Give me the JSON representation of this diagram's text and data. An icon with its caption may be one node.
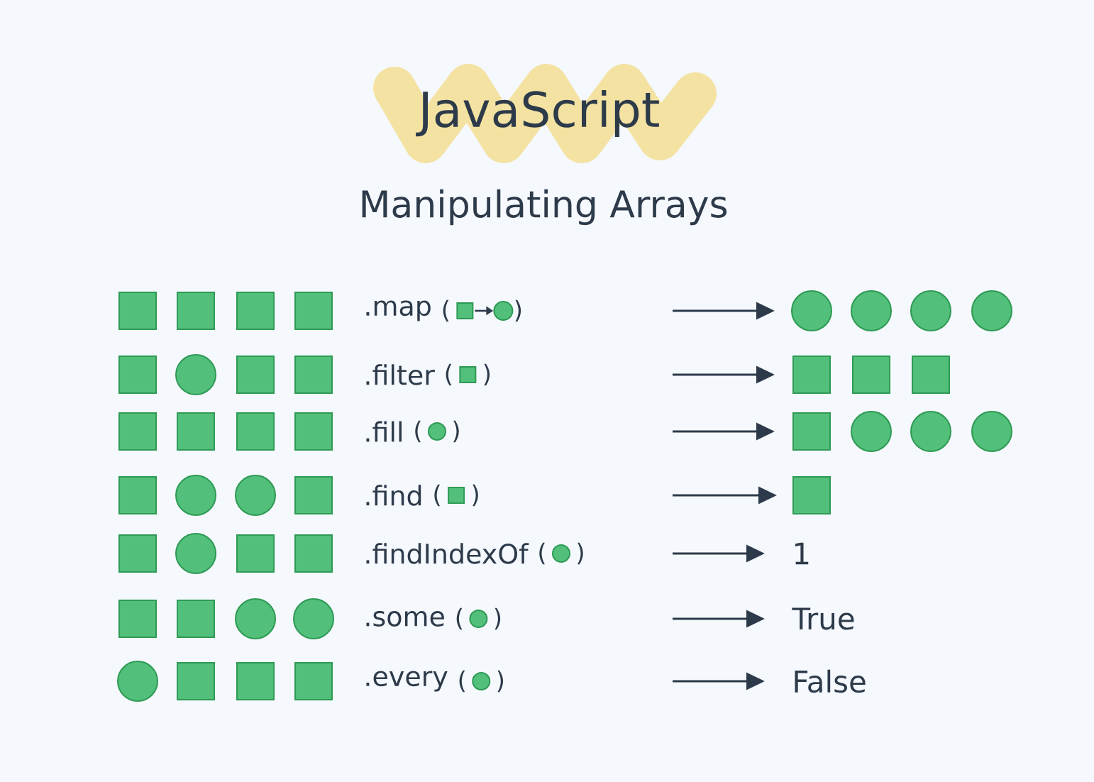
{
  "diagram": {
    "title": "JavaScript",
    "nodes": [
      {
        "text": [],
        "shape": "picture"
      },
      {
        "text": [],
        "shape": "picture"
      },
      {
        "text": [],
        "shape": "picture"
      },
      {
        "text": [],
        "shape": "box"
      },
      {
        "text": [
          "1"
        ]
      },
      {
        "text": [
          "True"
        ]
      },
      {
        "text": [
          "False"
        ]
      }
    ],
    "edges": [
      {
        "from": null,
        "to": 0,
        "arrow": "to"
      },
      {
        "from": null,
        "to": 1,
        "arrow": "to"
      },
      {
        "from": null,
        "to": 2,
        "arrow": "to"
      },
      {
        "from": null,
        "to": 3,
        "arrow": "to"
      },
      {
        "from": null,
        "to": 4,
        "arrow": "to"
      },
      {
        "from": null,
        "to": 5,
        "arrow": "to"
      },
      {
        "from": null,
        "to": 6,
        "arrow": "to"
      }
    ],
    "labels": [
      "Manipulating Arrays",
      ".map",
      "(",
      ")",
      ".filter",
      "(",
      ")",
      ".fill",
      "(",
      ")",
      ".find",
      "(",
      ")",
      ".findIndexOf",
      "(",
      ")",
      ".some",
      "(",
      ")",
      ".every",
      "(",
      ")"
    ]
  }
}
